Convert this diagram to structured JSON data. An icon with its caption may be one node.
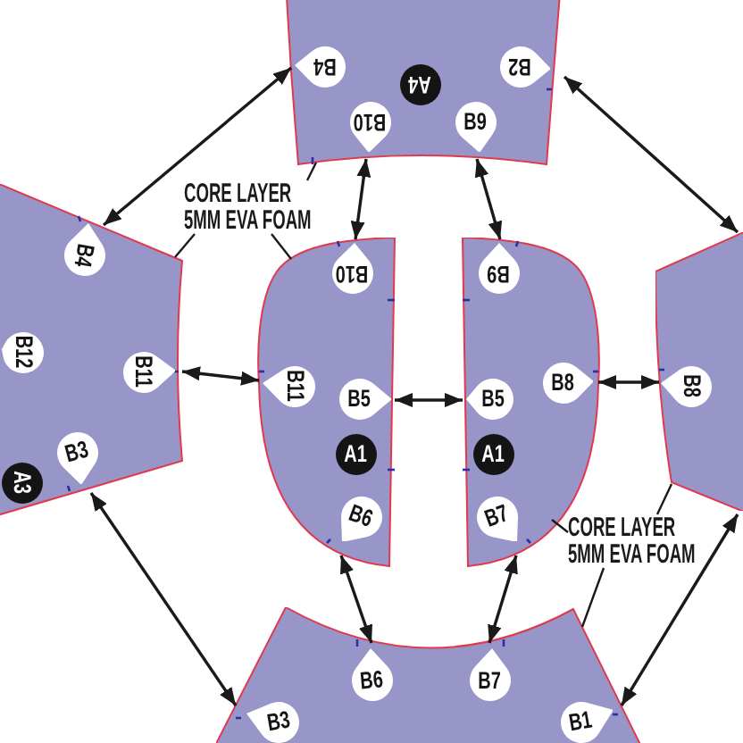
{
  "diagram": {
    "nodes": [
      {
        "text": [],
        "shape": "polygon"
      },
      {
        "text": [
          "B4"
        ],
        "in": 0
      },
      {
        "text": [
          "A4"
        ],
        "in": 0
      },
      {
        "text": [
          "B2"
        ],
        "in": 0
      },
      {
        "text": [
          "B10"
        ],
        "in": 0
      },
      {
        "text": [
          "B9"
        ],
        "in": 0
      },
      {
        "text": [
          "CORE LAYER 5MM EVA FOAM"
        ]
      },
      {
        "text": [],
        "shape": "polygon"
      },
      {
        "text": [
          "B4"
        ],
        "in": 7
      },
      {
        "text": [
          "B12"
        ],
        "in": 7
      },
      {
        "text": [
          "B11"
        ],
        "in": 7
      },
      {
        "text": [
          "B3"
        ],
        "in": 7
      },
      {
        "text": [
          "A3"
        ],
        "in": 7
      },
      {
        "text": [],
        "shape": "polygon"
      },
      {
        "text": [
          "B10"
        ],
        "in": 13
      },
      {
        "text": [
          "B11"
        ],
        "in": 13
      },
      {
        "text": [
          "B5"
        ],
        "in": 13
      },
      {
        "text": [
          "A1"
        ],
        "in": 13
      },
      {
        "text": [
          "B6"
        ],
        "in": 13
      },
      {
        "text": [],
        "shape": "polygon"
      },
      {
        "text": [
          "B9"
        ],
        "in": 19
      },
      {
        "text": [
          "B5"
        ],
        "in": 19
      },
      {
        "text": [
          "B8"
        ],
        "in": 19
      },
      {
        "text": [
          "A1"
        ],
        "in": 19
      },
      {
        "text": [
          "B7"
        ],
        "in": 19
      },
      {
        "text": [],
        "shape": "polygon"
      },
      {
        "text": [
          "B8"
        ],
        "in": 25
      },
      {
        "text": [
          "CORE LAYER 5MM EVA FOAM"
        ]
      },
      {
        "text": [],
        "shape": "polygon"
      },
      {
        "text": [
          "B6"
        ],
        "in": 28
      },
      {
        "text": [
          "B7"
        ],
        "in": 28
      },
      {
        "text": [
          "B3"
        ],
        "in": 28
      },
      {
        "text": [
          "B1"
        ],
        "in": 28
      }
    ],
    "edges": [
      {
        "from": 0,
        "to": 7,
        "arrow": "both"
      },
      {
        "from": 0,
        "to": 25,
        "arrow": "both"
      },
      {
        "from": 6,
        "to": 0,
        "arrow": "none"
      },
      {
        "from": 6,
        "to": 7,
        "arrow": "none"
      },
      {
        "from": 6,
        "to": 13,
        "arrow": "none"
      },
      {
        "from": 0,
        "to": 13,
        "arrow": "both"
      },
      {
        "from": 0,
        "to": 19,
        "arrow": "both"
      },
      {
        "from": 7,
        "to": 13,
        "arrow": "both"
      },
      {
        "from": 13,
        "to": 19,
        "arrow": "both"
      },
      {
        "from": 19,
        "to": 25,
        "arrow": "both"
      },
      {
        "from": 27,
        "to": 19,
        "arrow": "none"
      },
      {
        "from": 27,
        "to": 25,
        "arrow": "none"
      },
      {
        "from": 27,
        "to": 28,
        "arrow": "none"
      },
      {
        "from": 13,
        "to": 28,
        "arrow": "both"
      },
      {
        "from": 19,
        "to": 28,
        "arrow": "both"
      },
      {
        "from": 7,
        "to": 28,
        "arrow": "both"
      },
      {
        "from": 25,
        "to": 28,
        "arrow": "both"
      }
    ]
  }
}
